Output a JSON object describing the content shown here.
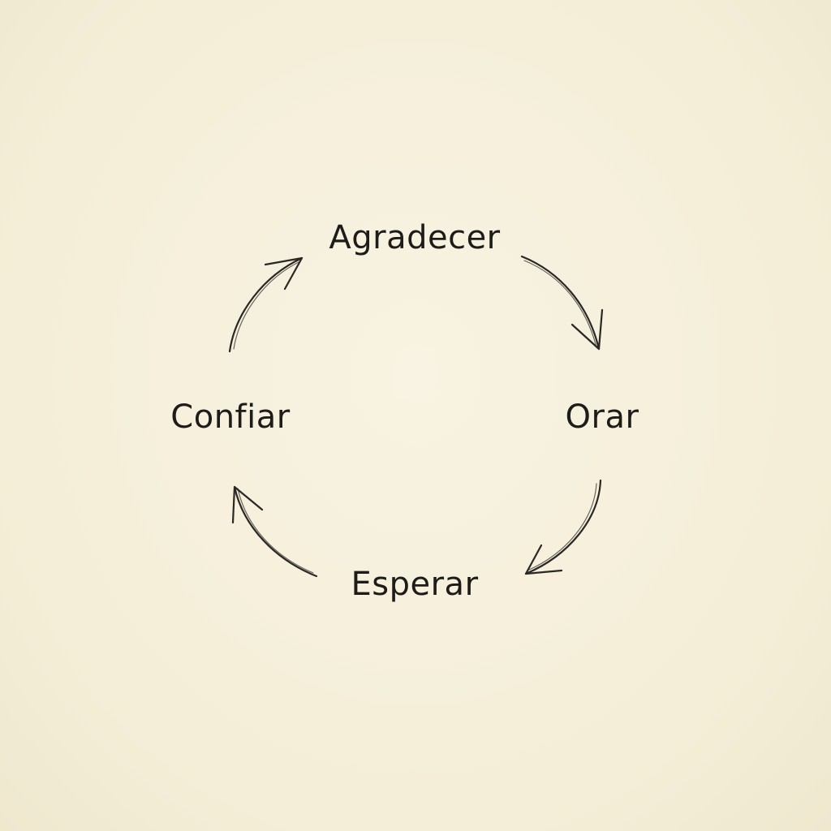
{
  "diagram": {
    "type": "cycle",
    "nodes": [
      {
        "id": "top",
        "label": "Agradecer"
      },
      {
        "id": "right",
        "label": "Orar"
      },
      {
        "id": "bottom",
        "label": "Esperar"
      },
      {
        "id": "left",
        "label": "Confiar"
      }
    ],
    "edges": [
      {
        "from": "top",
        "to": "right"
      },
      {
        "from": "right",
        "to": "bottom"
      },
      {
        "from": "bottom",
        "to": "left"
      },
      {
        "from": "left",
        "to": "top"
      }
    ],
    "colors": {
      "background": "#f6f0dc",
      "ink": "#1e1c19"
    }
  }
}
